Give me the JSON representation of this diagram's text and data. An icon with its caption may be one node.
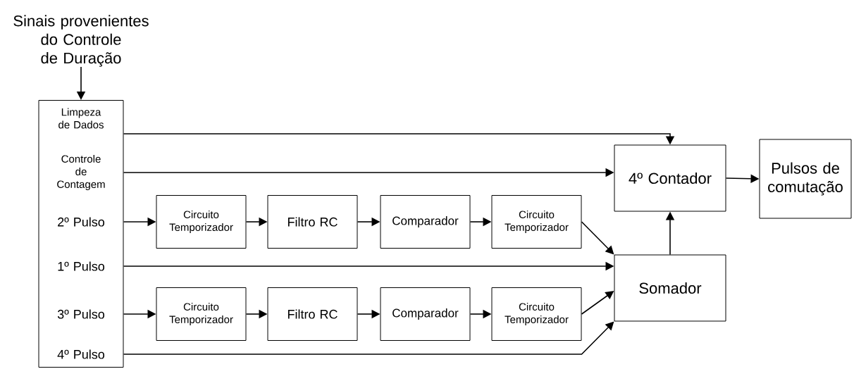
{
  "diagram": {
    "nodes": [
      {
        "text": [
          "Sinais provenientes do Controle de Duração"
        ]
      },
      {
        "text": [],
        "shape": "box"
      },
      {
        "text": [
          "Limpeza de Dados"
        ],
        "in": 1
      },
      {
        "text": [
          "Controle de Contagem"
        ],
        "in": 1
      },
      {
        "text": [
          "2º Pulso"
        ],
        "in": 1
      },
      {
        "text": [
          "1º Pulso"
        ],
        "in": 1
      },
      {
        "text": [
          "3º Pulso"
        ],
        "in": 1
      },
      {
        "text": [
          "4º Pulso"
        ],
        "in": 1
      },
      {
        "text": [
          "Circuito Temporizador"
        ]
      },
      {
        "text": [
          "Filtro RC"
        ]
      },
      {
        "text": [
          "Comparador"
        ]
      },
      {
        "text": [
          "Circuito Temporizador"
        ]
      },
      {
        "text": [
          "4º Contador"
        ]
      },
      {
        "text": [
          "Pulsos de comutação"
        ]
      },
      {
        "text": [
          "Somador"
        ]
      },
      {
        "text": [
          "Circuito Temporizador"
        ]
      },
      {
        "text": [
          "Filtro RC"
        ]
      },
      {
        "text": [
          "Comparador"
        ]
      },
      {
        "text": [
          "Circuito Temporizador"
        ]
      }
    ],
    "edges": [
      {
        "from": 0,
        "to": 1,
        "arrow": "to"
      },
      {
        "from": 2,
        "to": 12,
        "arrow": "to"
      },
      {
        "from": 3,
        "to": 12,
        "arrow": "to"
      },
      {
        "from": 4,
        "to": 8,
        "arrow": "to"
      },
      {
        "from": 8,
        "to": 9,
        "arrow": "to"
      },
      {
        "from": 9,
        "to": 10,
        "arrow": "to"
      },
      {
        "from": 10,
        "to": 11,
        "arrow": "to"
      },
      {
        "from": 11,
        "to": 14,
        "arrow": "to"
      },
      {
        "from": 5,
        "to": 14,
        "arrow": "to"
      },
      {
        "from": 6,
        "to": 15,
        "arrow": "to"
      },
      {
        "from": 15,
        "to": 16,
        "arrow": "to"
      },
      {
        "from": 16,
        "to": 17,
        "arrow": "to"
      },
      {
        "from": 17,
        "to": 18,
        "arrow": "to"
      },
      {
        "from": 18,
        "to": 14,
        "arrow": "to"
      },
      {
        "from": 7,
        "to": 14,
        "arrow": "to"
      },
      {
        "from": 14,
        "to": 12,
        "arrow": "to"
      },
      {
        "from": 12,
        "to": 13,
        "arrow": "to"
      }
    ]
  }
}
